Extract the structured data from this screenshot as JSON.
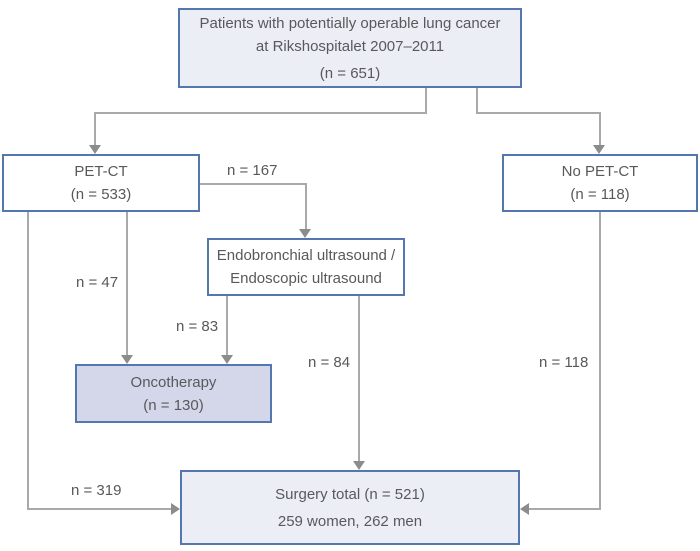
{
  "flowchart": {
    "nodes": {
      "patients": {
        "line1": "Patients with potentially operable lung cancer",
        "line2": "at Rikshospitalet 2007–2011",
        "line3": "(n = 651)"
      },
      "petct": {
        "line1": "PET-CT",
        "line2": "(n = 533)"
      },
      "no_petct": {
        "line1": "No PET-CT",
        "line2": "(n = 118)"
      },
      "ebus": {
        "line1": "Endobronchial ultrasound /",
        "line2": "Endoscopic ultrasound"
      },
      "oncotherapy": {
        "line1": "Oncotherapy",
        "line2": "(n = 130)"
      },
      "surgery": {
        "line1": "Surgery total (n = 521)",
        "line2": "259 women, 262 men"
      }
    },
    "edge_labels": {
      "petct_to_ebus": "n = 167",
      "petct_to_onco": "n = 47",
      "ebus_to_onco": "n = 83",
      "ebus_to_surgery": "n = 84",
      "no_petct_to_surgery": "n = 118",
      "petct_to_surgery": "n = 319"
    },
    "colors": {
      "box_border": "#5577b0",
      "fill_light": "#eceef6",
      "fill_medium": "#d3d7e9",
      "fill_white": "#ffffff",
      "line": "#a9a9a9",
      "arrow": "#8c8c8c",
      "text": "#59595c"
    }
  }
}
